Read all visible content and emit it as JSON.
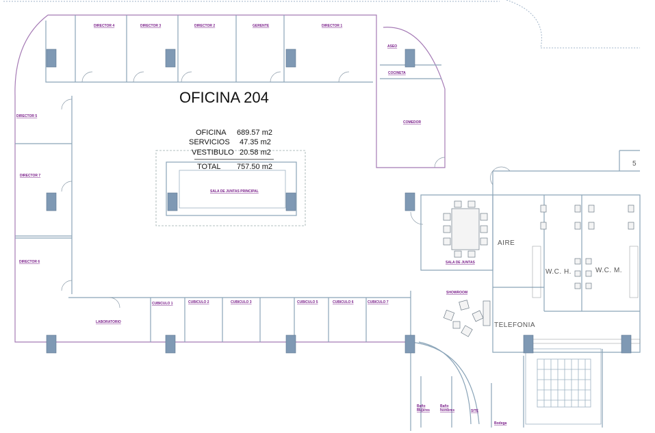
{
  "plan": {
    "title": "OFICINA 204",
    "areas": [
      {
        "label": "OFICINA",
        "value": "689.57 m2"
      },
      {
        "label": "SERVICIOS",
        "value": "47.35 m2"
      },
      {
        "label": "VESTIBULO",
        "value": "20.58 m2"
      }
    ],
    "total": {
      "label": "TOTAL",
      "value": "757.50 m2"
    }
  },
  "rooms": {
    "director4": "DIRECTOR 4",
    "director3": "DIRECTOR 3",
    "director2": "DIRECTOR 2",
    "gerente": "GERENTE",
    "director1": "DIRECTOR 1",
    "aseo": "ASEO",
    "cocineta": "COCINETA",
    "comedor": "COMEDOR",
    "director5": "DIRECTOR 5",
    "director7": "DIRECTOR 7",
    "director6": "DIRECTOR 6",
    "sala_juntas_principal": "SALA DE JUNTAS PRINCIPAL",
    "sala_juntas": "SALA DE JUNTAS",
    "laboratorio": "LABORATORIO",
    "cubiculo1": "CUBICULO 1",
    "cubiculo2": "CUBICULO 2",
    "cubiculo3": "CUBICULO 3",
    "cubiculo5": "CUBICULO 5",
    "cubiculo6": "CUBICULO 6",
    "cubiculo7": "CUBICULO 7",
    "showroom": "SHOWROOM",
    "aire": "AIRE",
    "wc_h": "W.C. H.",
    "wc_m": "W.C. M.",
    "telefonia": "TELEFONIA",
    "bano_mujeres_1": "Baño",
    "bano_mujeres_2": "Mujeres",
    "bano_hombres_1": "Baño",
    "bano_hombres_2": "hombres",
    "site": "SITE",
    "bodega": "Bodega",
    "edge_mark": "5"
  },
  "colors": {
    "walls": "#8aa4b8",
    "outer_wall": "#a57ab5",
    "columns": "#7f99b4",
    "room_labels": "#7a1f8a"
  }
}
